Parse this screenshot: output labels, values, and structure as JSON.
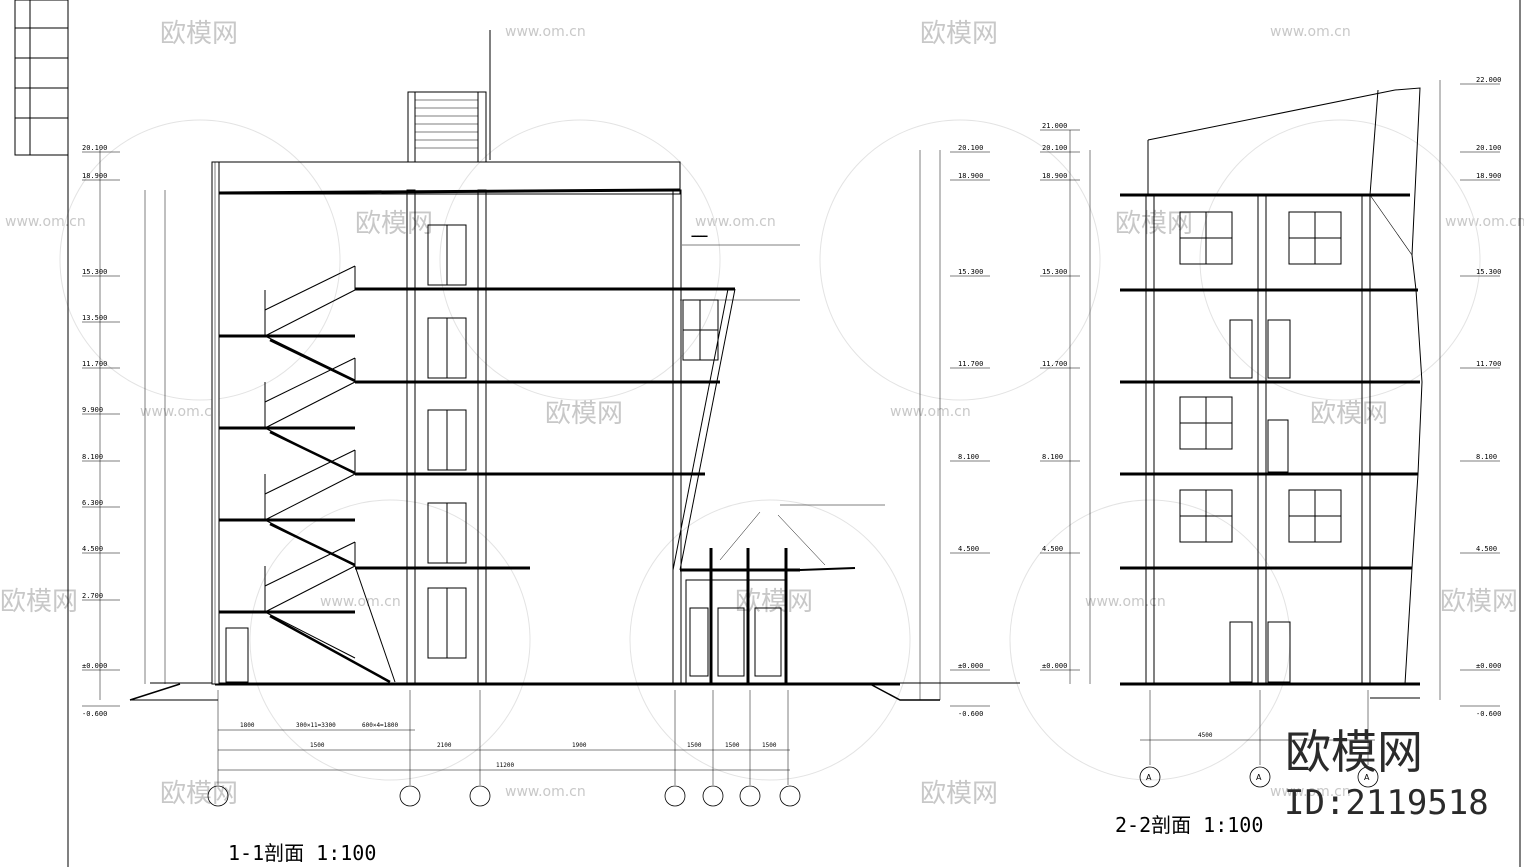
{
  "titles": {
    "section_11": "1-1剖面 1:100",
    "section_22": "2-2剖面 1:100"
  },
  "brand": {
    "name": "欧模网",
    "id": "ID:2119518"
  },
  "watermark": {
    "logo_text": "欧模网",
    "url": "www.om.cn"
  },
  "section_11": {
    "levels_left": [
      "20.100",
      "18.900",
      "15.300",
      "13.500",
      "11.700",
      "9.900",
      "8.100",
      "6.300",
      "4.500",
      "2.700",
      "±0.000",
      "-0.600"
    ],
    "levels_right": [
      "20.100",
      "18.900",
      "15.300",
      "11.700",
      "8.100",
      "4.500",
      "±0.000",
      "-0.600"
    ],
    "bottom_dims": [
      "1500",
      "2100",
      "1900",
      "1500",
      "1500",
      "1500"
    ],
    "total_dim": "11200",
    "stair_dims": [
      "1800",
      "300×11=3300",
      "600×4=1800"
    ]
  },
  "section_22": {
    "levels_left": [
      "21.000",
      "20.100",
      "18.900",
      "15.300",
      "11.700",
      "8.100",
      "4.500",
      "±0.000"
    ],
    "levels_right": [
      "22.000",
      "20.100",
      "18.900",
      "15.300",
      "11.700",
      "8.100",
      "4.500",
      "±0.000",
      "-0.600"
    ],
    "axis_labels": [
      "A",
      "A",
      "A"
    ],
    "span_dim": "4500"
  }
}
